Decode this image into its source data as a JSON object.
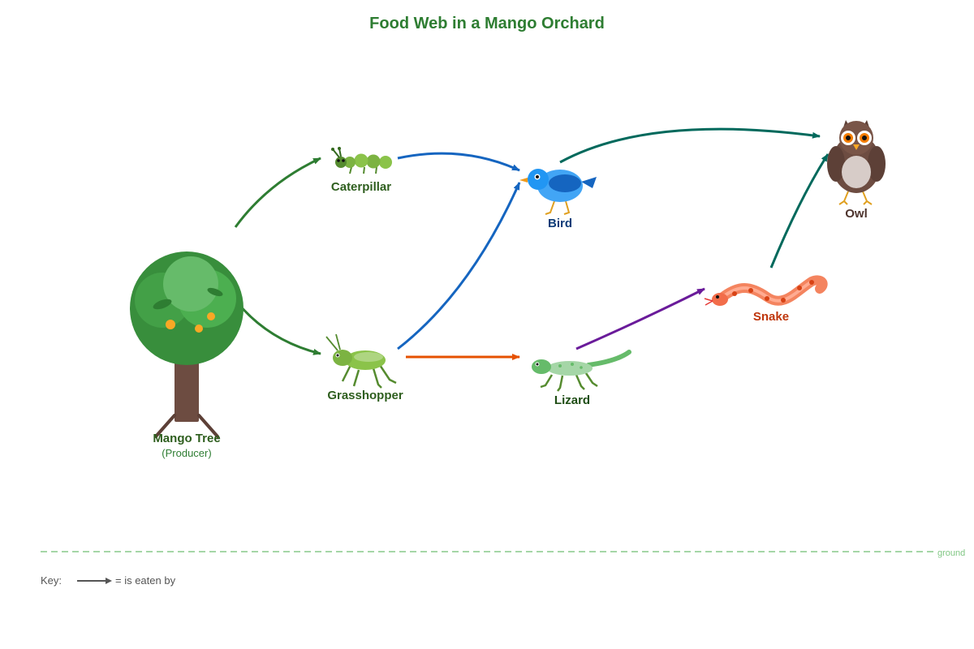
{
  "title": "Food Web in a Mango Orchard",
  "colors": {
    "title": "#2e7d32",
    "producer_arrow": "#2e7d32",
    "bird_arrow": "#1565c0",
    "lizard_arrow": "#e65100",
    "snake_arrow": "#6a1b9a",
    "owl_arrow": "#00695c",
    "ground": "#a5d6a7"
  },
  "organisms": {
    "mango_tree": {
      "name": "Mango Tree",
      "role": "(Producer)",
      "icon": "mango-tree-icon"
    },
    "caterpillar": {
      "name": "Caterpillar",
      "icon": "caterpillar-icon"
    },
    "grasshopper": {
      "name": "Grasshopper",
      "icon": "grasshopper-icon"
    },
    "bird": {
      "name": "Bird",
      "icon": "bird-icon"
    },
    "lizard": {
      "name": "Lizard",
      "icon": "lizard-icon"
    },
    "snake": {
      "name": "Snake",
      "icon": "snake-icon"
    },
    "owl": {
      "name": "Owl",
      "icon": "owl-icon"
    }
  },
  "links": [
    {
      "from": "Mango Tree",
      "to": "Caterpillar"
    },
    {
      "from": "Mango Tree",
      "to": "Grasshopper"
    },
    {
      "from": "Caterpillar",
      "to": "Bird"
    },
    {
      "from": "Grasshopper",
      "to": "Bird"
    },
    {
      "from": "Grasshopper",
      "to": "Lizard"
    },
    {
      "from": "Lizard",
      "to": "Snake"
    },
    {
      "from": "Bird",
      "to": "Owl"
    },
    {
      "from": "Snake",
      "to": "Owl"
    }
  ],
  "ground_label": "ground",
  "key": {
    "label": "Key:",
    "text": "= is eaten by"
  }
}
